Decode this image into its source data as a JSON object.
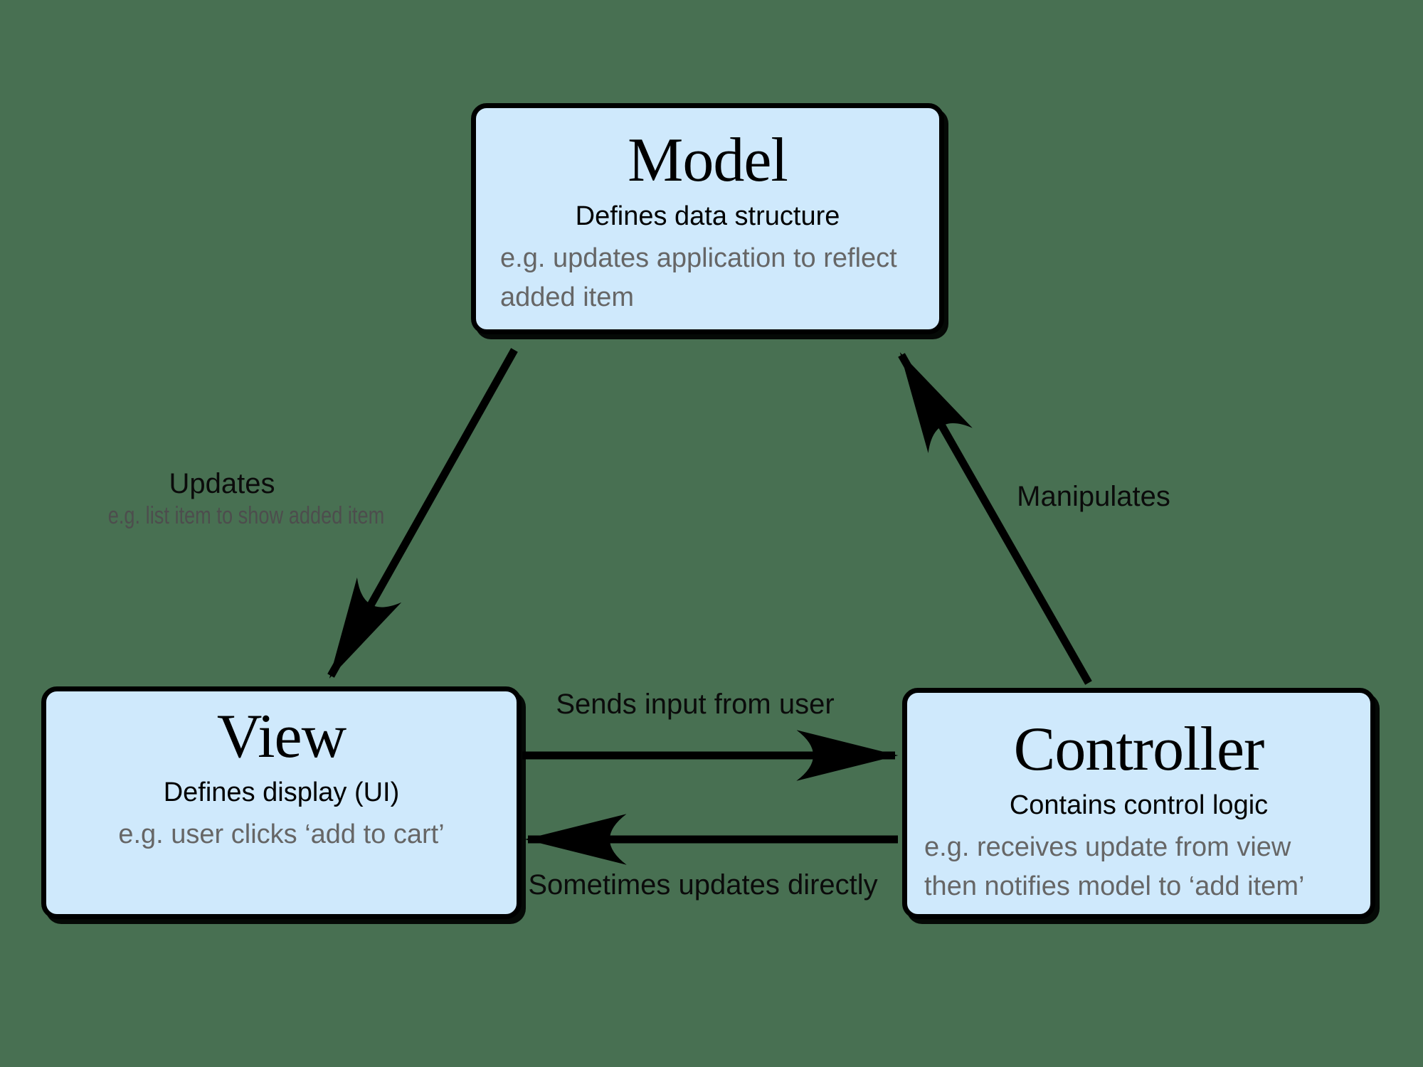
{
  "colors": {
    "background": "#487052",
    "box_fill": "#cfe9fc",
    "box_border": "#000000",
    "text_primary": "#000000",
    "text_secondary": "#666666",
    "arrow": "#000000"
  },
  "boxes": {
    "model": {
      "title": "Model",
      "subtitle": "Defines data structure",
      "example_lines": [
        "e.g. updates application to reflect",
        "added item"
      ]
    },
    "view": {
      "title": "View",
      "subtitle": "Defines display (UI)",
      "example_lines": [
        "e.g. user clicks ‘add to cart’"
      ]
    },
    "controller": {
      "title": "Controller",
      "subtitle": "Contains control logic",
      "example_lines": [
        "e.g. receives update from view",
        "then notifies model to ‘add item’"
      ]
    }
  },
  "arrows": {
    "model_to_view": {
      "label": "Updates",
      "sublabel": "e.g. list item to show added item"
    },
    "controller_to_model": {
      "label": "Manipulates"
    },
    "view_to_controller": {
      "label": "Sends input from user"
    },
    "controller_to_view": {
      "label": "Sometimes updates directly"
    }
  }
}
